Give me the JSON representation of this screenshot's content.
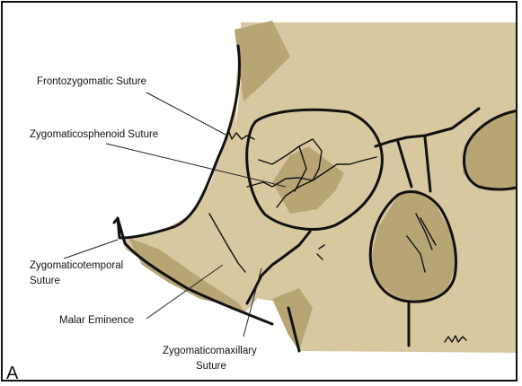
{
  "figure": {
    "panel_letter": "A",
    "labels": {
      "frontozygomatic": "Frontozygomatic Suture",
      "zygomaticosphenoid": "Zygomaticosphenoid Suture",
      "zygomaticotemporal_1": "Zygomaticotemporal",
      "zygomaticotemporal_2": "Suture",
      "malar": "Malar Eminence",
      "zygomaticomaxillary_1": "Zygomaticomaxillary",
      "zygomaticomaxillary_2": "Suture"
    },
    "colors": {
      "bone": "#d8c8a0",
      "shadow": "#b7a574",
      "ink": "#111111"
    }
  }
}
